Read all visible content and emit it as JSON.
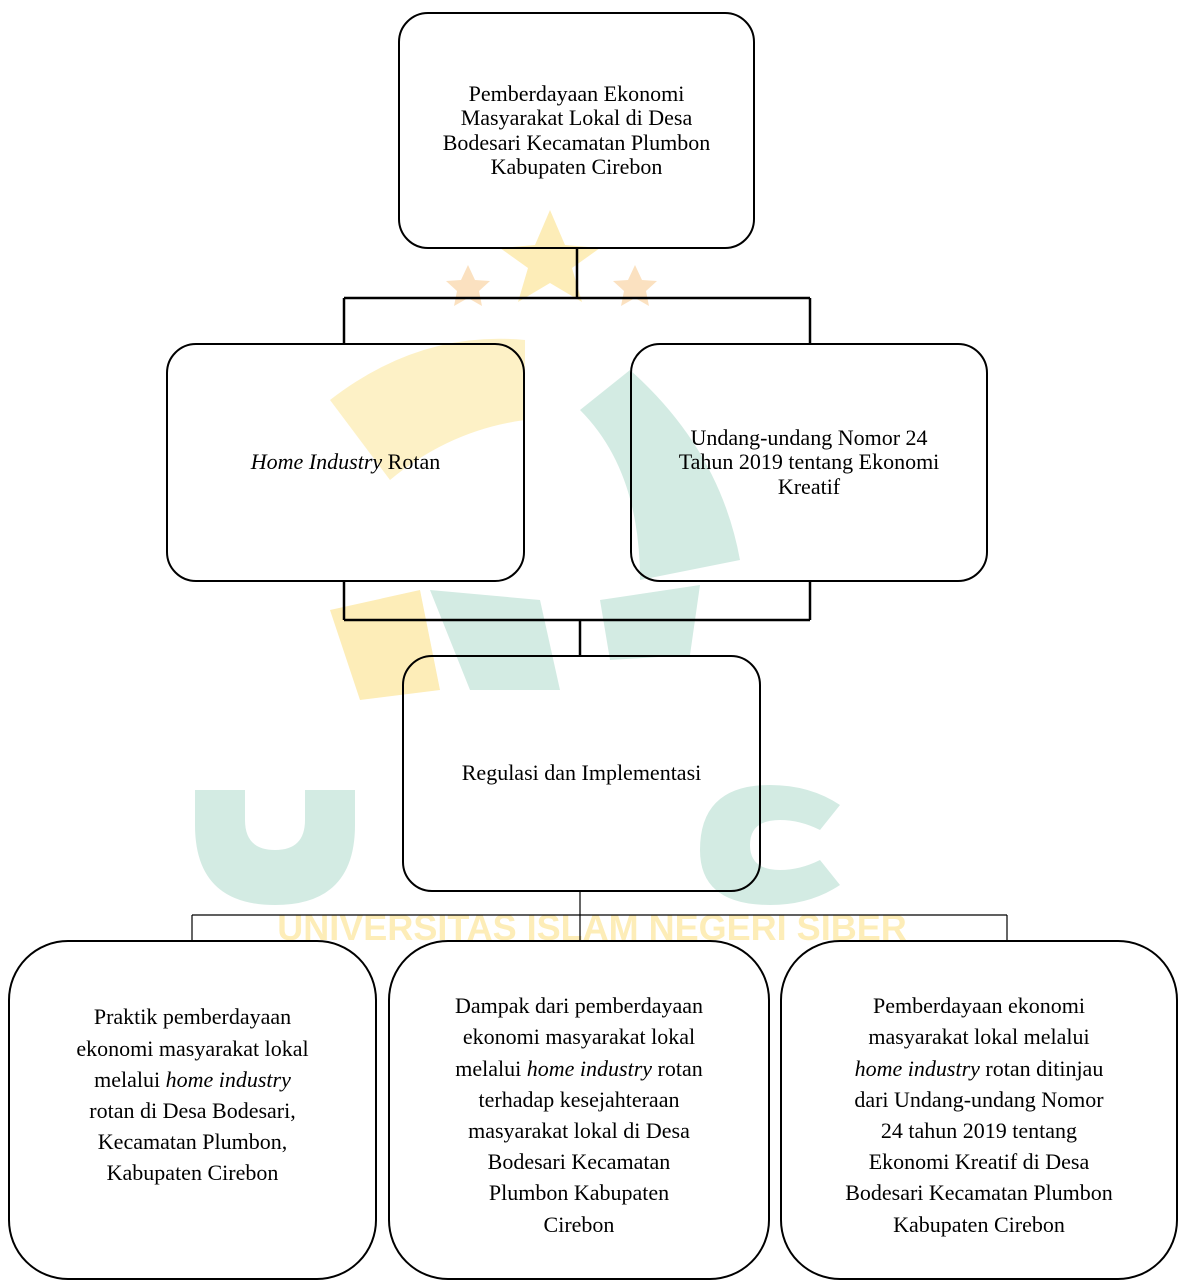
{
  "diagram": {
    "watermark": {
      "text": "UNIVERSITAS ISLAM NEGERI SIBER",
      "colors": {
        "green": "#d3ebe3",
        "yellow": "#fdedb8",
        "orange": "#fbe1c0"
      }
    },
    "top": {
      "line1": "Pemberdayaan Ekonomi",
      "line2": "Masyarakat Lokal di Desa",
      "line3": "Bodesari Kecamatan Plumbon",
      "line4": "Kabupaten Cirebon"
    },
    "home_industry": {
      "italic": "Home Industry",
      "rest": " Rotan"
    },
    "uu": {
      "line1": "Undang-undang Nomor 24",
      "line2": "Tahun 2019 tentang Ekonomi",
      "line3": "Kreatif"
    },
    "regulasi": {
      "label": "Regulasi dan Implementasi"
    },
    "praktik": {
      "l1": "Praktik pemberdayaan",
      "l2": "ekonomi masyarakat lokal",
      "l3a": "melalui ",
      "l3i": "home industry",
      "l4": "rotan di Desa Bodesari,",
      "l5": "Kecamatan Plumbon,",
      "l6": "Kabupaten Cirebon"
    },
    "dampak": {
      "l1": "Dampak dari pemberdayaan",
      "l2": "ekonomi masyarakat lokal",
      "l3a": "melalui ",
      "l3i": "home industry",
      "l3b": " rotan",
      "l4": "terhadap kesejahteraan",
      "l5": "masyarakat lokal di Desa",
      "l6": "Bodesari Kecamatan",
      "l7": "Plumbon Kabupaten",
      "l8": "Cirebon"
    },
    "tinjau": {
      "l1": "Pemberdayaan ekonomi",
      "l2": "masyarakat lokal melalui",
      "l3i": "home industry",
      "l3b": " rotan ditinjau",
      "l4": "dari Undang-undang Nomor",
      "l5": "24 tahun 2019 tentang",
      "l6": "Ekonomi Kreatif di Desa",
      "l7": "Bodesari Kecamatan Plumbon",
      "l8": "Kabupaten Cirebon"
    }
  }
}
